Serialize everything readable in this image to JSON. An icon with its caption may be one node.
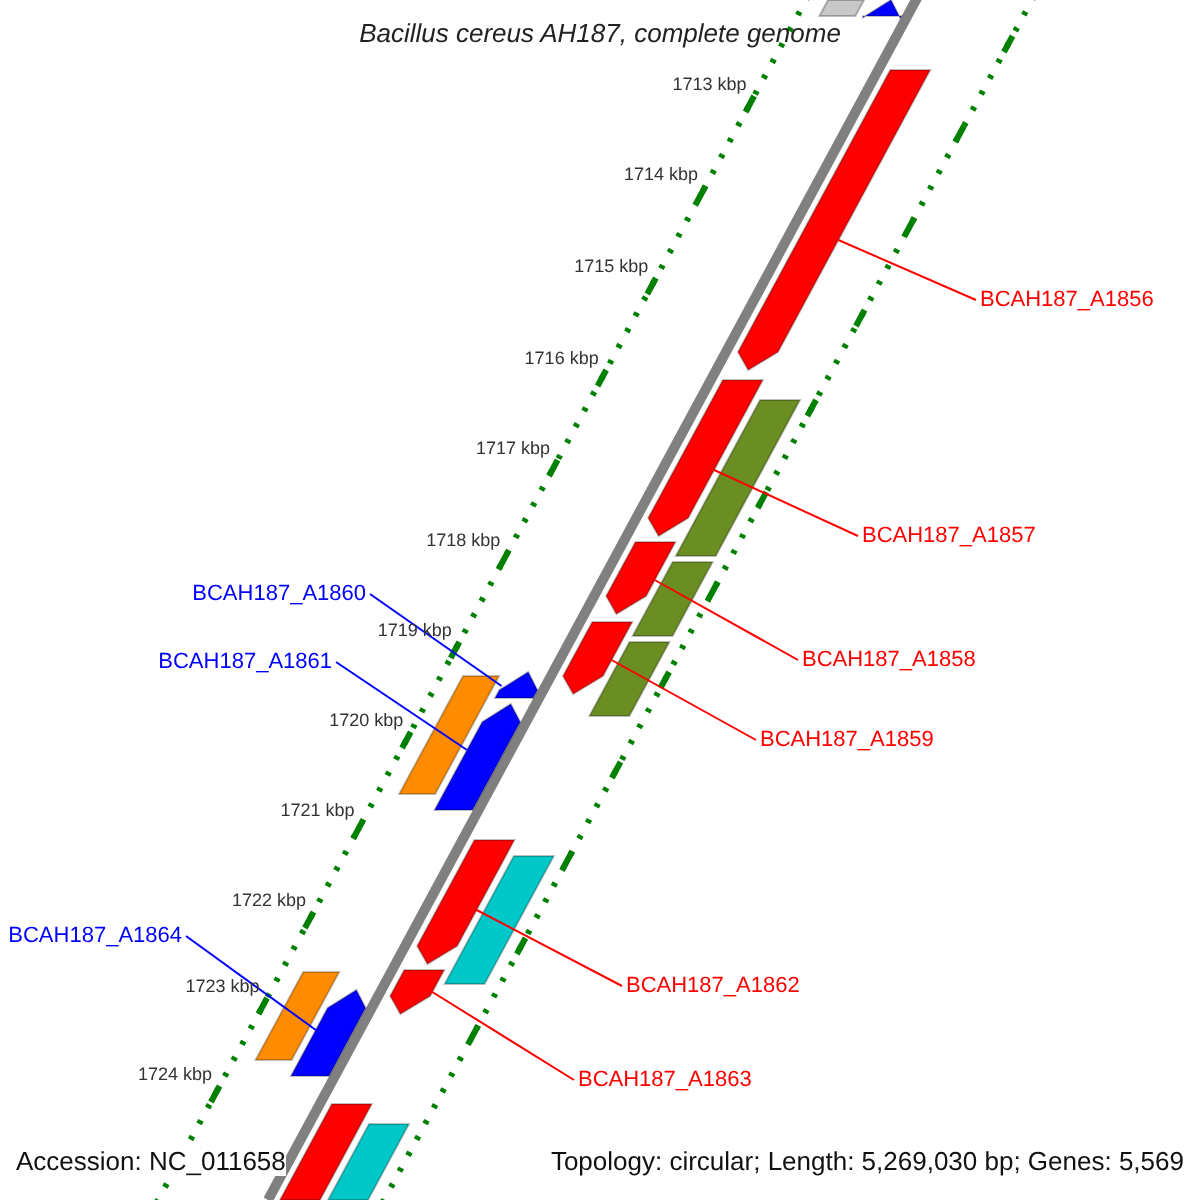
{
  "diagram": {
    "title": "Bacillus cereus AH187, complete genome",
    "nodes": [
      {
        "text": [
          "BCAH187_A1856"
        ]
      },
      {
        "text": [
          "BCAH187_A1857"
        ]
      },
      {
        "text": [
          "BCAH187_A1858"
        ]
      },
      {
        "text": [
          "BCAH187_A1859"
        ]
      },
      {
        "text": [
          "BCAH187_A1860"
        ]
      },
      {
        "text": [
          "BCAH187_A1861"
        ]
      },
      {
        "text": [
          "BCAH187_A1862"
        ]
      },
      {
        "text": [
          "BCAH187_A1863"
        ]
      },
      {
        "text": [
          "BCAH187_A1864"
        ]
      },
      {
        "text": [],
        "shape": "bar"
      },
      {
        "text": [],
        "shape": "arrow"
      },
      {
        "text": [],
        "shape": "arrow"
      },
      {
        "text": [],
        "shape": "arrow"
      },
      {
        "text": [],
        "shape": "bar"
      },
      {
        "text": [],
        "shape": "arrow"
      },
      {
        "text": [],
        "shape": "bar"
      },
      {
        "text": [],
        "shape": "arrow"
      },
      {
        "text": [],
        "shape": "bar"
      },
      {
        "text": [],
        "shape": "arrow"
      },
      {
        "text": [],
        "shape": "bar"
      },
      {
        "text": [],
        "shape": "arrow"
      },
      {
        "text": [],
        "shape": "arrow"
      },
      {
        "text": [],
        "shape": "bar"
      },
      {
        "text": [],
        "shape": "arrow"
      },
      {
        "text": [],
        "shape": "bar"
      },
      {
        "text": [],
        "shape": "arrow"
      },
      {
        "text": [],
        "shape": "bar"
      },
      {
        "text": [],
        "shape": "bar"
      }
    ],
    "edges": [
      {
        "from": 0,
        "to": 11,
        "arrow": "none"
      },
      {
        "from": 1,
        "to": 12,
        "arrow": "none"
      },
      {
        "from": 2,
        "to": 14,
        "arrow": "none"
      },
      {
        "from": 3,
        "to": 16,
        "arrow": "none"
      },
      {
        "from": 4,
        "to": 18,
        "arrow": "none",
        "color": "#0000ff"
      },
      {
        "from": 5,
        "to": 20,
        "arrow": "none",
        "color": "#0000ff"
      },
      {
        "from": 6,
        "to": 21,
        "arrow": "none"
      },
      {
        "from": 7,
        "to": 23,
        "arrow": "none"
      },
      {
        "from": 8,
        "to": 25,
        "arrow": "none",
        "color": "#0000ff"
      }
    ],
    "labels": [
      "1713 kbp",
      "1714 kbp",
      "1715 kbp",
      "1716 kbp",
      "1717 kbp",
      "1718 kbp",
      "1719 kbp",
      "1720 kbp",
      "1721 kbp",
      "1722 kbp",
      "1723 kbp",
      "1724 kbp",
      "Accession: NC_011658",
      "Topology: circular; Length: 5,269,030 bp; Genes: 5,569"
    ]
  }
}
